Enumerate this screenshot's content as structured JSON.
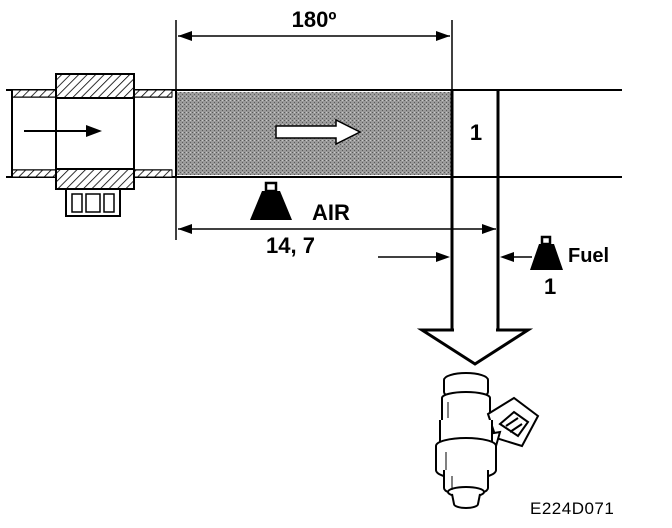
{
  "labels": {
    "angle": "180º",
    "chamber_number": "1",
    "air": "AIR",
    "air_ratio": "14, 7",
    "fuel": "Fuel",
    "fuel_ratio": "1",
    "figure_code": "E224D071"
  },
  "icons": {
    "air_weight": "weight-icon",
    "fuel_weight": "weight-icon",
    "injector": "fuel-injector-icon",
    "sensor": "air-mass-sensor-icon"
  },
  "colors": {
    "line": "#000000",
    "background": "#ffffff",
    "stippled_fill": "#8f8f8f"
  }
}
